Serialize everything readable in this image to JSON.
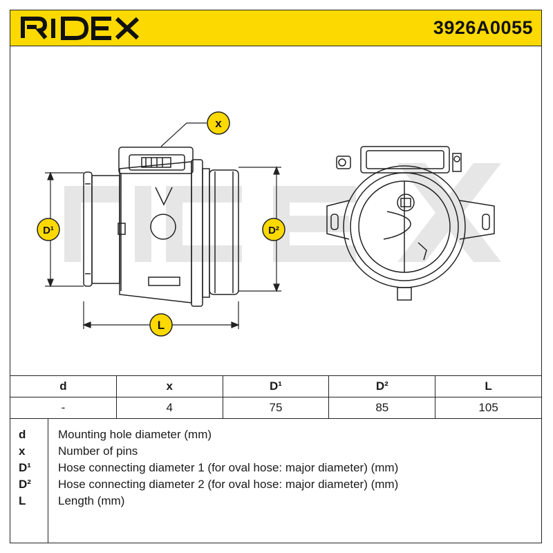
{
  "header": {
    "brand": "RIDEX",
    "part_number": "3926A0055"
  },
  "drawing": {
    "callouts": {
      "x": "x",
      "d1": "D¹",
      "d2": "D²",
      "l": "L"
    },
    "watermark": "RIDEX"
  },
  "specs_table": {
    "headers": [
      "d",
      "x",
      "D¹",
      "D²",
      "L"
    ],
    "values": [
      "-",
      "4",
      "75",
      "85",
      "105"
    ]
  },
  "legend": [
    {
      "symbol": "d",
      "description": "Mounting hole diameter (mm)"
    },
    {
      "symbol": "x",
      "description": "Number of pins"
    },
    {
      "symbol": "D¹",
      "description": "Hose connecting diameter 1 (for oval hose: major diameter) (mm)"
    },
    {
      "symbol": "D²",
      "description": "Hose connecting diameter 2 (for oval hose: major diameter) (mm)"
    },
    {
      "symbol": "L",
      "description": "Length (mm)"
    }
  ],
  "colors": {
    "accent_yellow": "#fcd900",
    "line": "#222222",
    "watermark": "#e6e6e6"
  }
}
